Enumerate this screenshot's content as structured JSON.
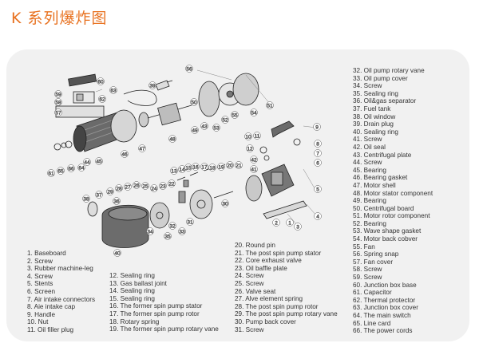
{
  "title": "K 系列爆炸图",
  "callouts": [
    "56",
    "60",
    "59",
    "58",
    "63",
    "62",
    "57",
    "39",
    "50",
    "49",
    "43",
    "53",
    "54",
    "51",
    "55",
    "52",
    "46",
    "45",
    "47",
    "48",
    "61",
    "65",
    "66",
    "64",
    "44",
    "9",
    "10",
    "11",
    "12",
    "8",
    "7",
    "6",
    "42",
    "41",
    "13",
    "14",
    "15",
    "16",
    "17",
    "18",
    "19",
    "20",
    "21",
    "22",
    "23",
    "24",
    "25",
    "26",
    "27",
    "28",
    "29",
    "30",
    "31",
    "32",
    "33",
    "34",
    "35",
    "36",
    "37",
    "38",
    "40",
    "2",
    "1",
    "3",
    "4",
    "5"
  ],
  "legend": {
    "col1": [
      "1. Baseboard",
      "2. Screw",
      "3. Rubber machine-leg",
      "4. Screw",
      "5. Stents",
      "6. Screen",
      "7. Air intake connectors",
      "8. Aie intake cap",
      "9. Handle",
      "10. Nut",
      "11. Oil filler plug"
    ],
    "col2": [
      "12. Sealing ring",
      "13. Gas ballast joint",
      "14. Sealing ring",
      "15. Sealing ring",
      "16. The former spin pump stator",
      "17. The former spin pump rotor",
      "18. Rotary spring",
      "19. The former spin pump rotary vane"
    ],
    "col3": [
      "20. Round pin",
      "21. The post spin pump stator",
      "22. Core exhaust valve",
      "23. Oil baffle plate",
      "24. Screw",
      "25. Screw",
      "26. Valve seat",
      "27. Alve  element spring",
      "28. The post spin pump rotor",
      "29. The post spin pump rotary vane",
      "30. Pump back cover",
      "31. Screw"
    ],
    "col4": [
      "32. Oil pump rotary vane",
      "33. Oil pump cover",
      "34. Screw",
      "35. Sealing ring",
      "36. Oil&gas separator",
      "37. Fuel tank",
      "38. Oil window",
      "39. Drain plug",
      "40. Sealing ring",
      "41. Screw",
      "42. Oil seal",
      "43. Centrifugal plate",
      "44. Screw",
      "45. Bearing",
      "46. Bearing gasket",
      "47. Motor shell",
      "48. Motor stator component",
      "49. Bearing",
      "50. Centrifugal board",
      "51. Motor rotor component",
      "52. Bearing",
      "53. Wave shape gasket",
      "54. Motor back cobver",
      "55. Fan",
      "56. Spring snap",
      "57. Fan cover",
      "58. Screw",
      "59. Screw",
      "60. Junction box base",
      "61. Capacitor",
      "62. Thermal protector",
      "63. Junction box cover",
      "64. The main switch",
      "65. Line card",
      "66. The power cords"
    ]
  }
}
